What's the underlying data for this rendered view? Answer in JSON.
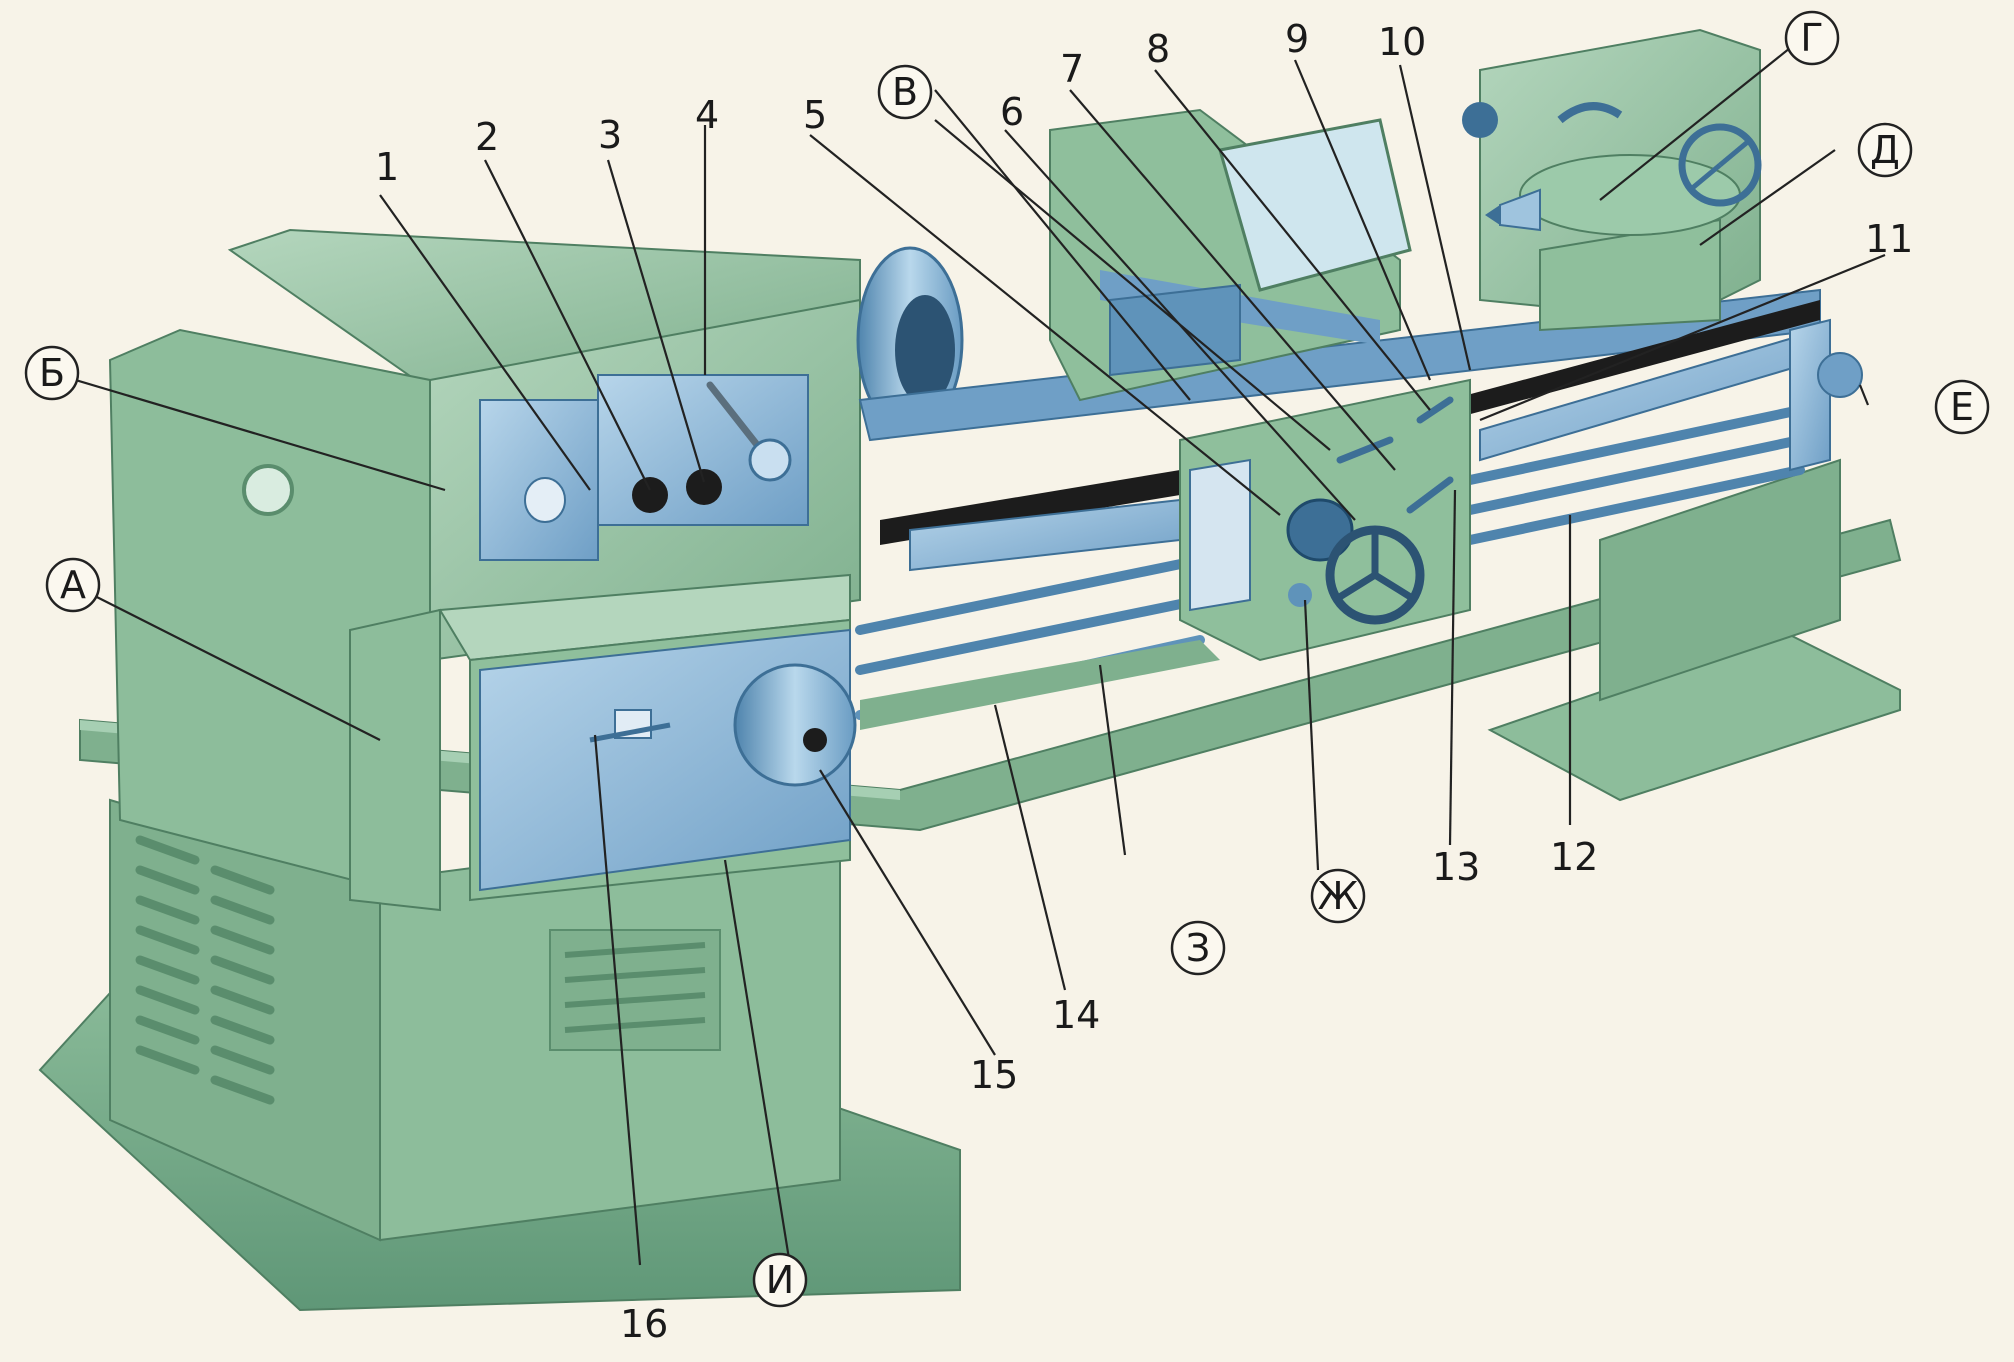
{
  "colors": {
    "background": "#f7f3e8",
    "machine_green": "#8fbf9c",
    "machine_green_dark": "#5f9777",
    "machine_green_light": "#b4d6bd",
    "steel_blue": "#8fbbd8",
    "steel_blue_dark": "#4f84ad",
    "black": "#1c1c1c"
  },
  "labels": {
    "num_1": "1",
    "num_2": "2",
    "num_3": "3",
    "num_4": "4",
    "num_5": "5",
    "num_6": "6",
    "num_7": "7",
    "num_8": "8",
    "num_9": "9",
    "num_10": "10",
    "num_11": "11",
    "num_12": "12",
    "num_13": "13",
    "num_14": "14",
    "num_15": "15",
    "num_16": "16",
    "letter_A": "А",
    "letter_B": "Б",
    "letter_V": "В",
    "letter_G": "Г",
    "letter_D": "Д",
    "letter_E": "Е",
    "letter_Zh": "Ж",
    "letter_Z": "З",
    "letter_I": "И"
  }
}
